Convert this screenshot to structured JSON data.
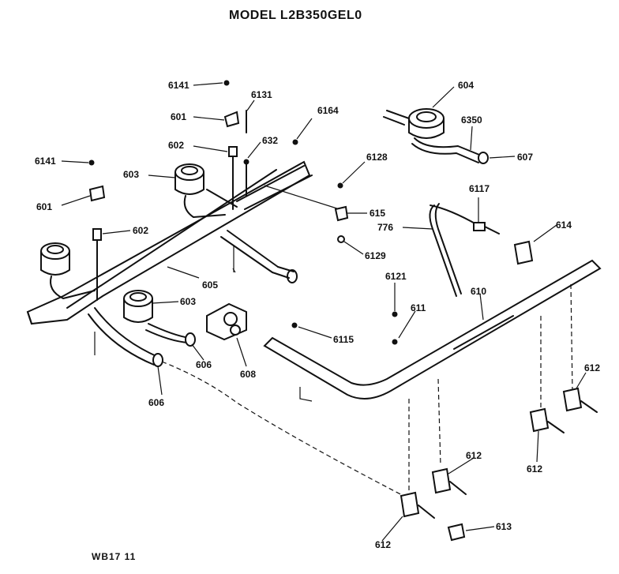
{
  "title": "MODEL L2B350GEL0",
  "drawing_code": "WB17 11",
  "parts": {
    "p6141a": "6141",
    "p601a": "601",
    "p6131": "6131",
    "p602a": "602",
    "p632": "632",
    "p603a": "603",
    "p6164": "6164",
    "p6141b": "6141",
    "p601b": "601",
    "p602b": "602",
    "p604": "604",
    "p6350": "6350",
    "p607": "607",
    "p6128": "6128",
    "p615": "615",
    "p776": "776",
    "p6129": "6129",
    "p6117": "6117",
    "p614": "614",
    "p605": "605",
    "p603b": "603",
    "p6121": "6121",
    "p611": "611",
    "p610": "610",
    "p6115": "6115",
    "p606a": "606",
    "p608": "608",
    "p606b": "606",
    "p612a": "612",
    "p612b": "612",
    "p612c": "612",
    "p612d": "612",
    "p613": "613"
  }
}
